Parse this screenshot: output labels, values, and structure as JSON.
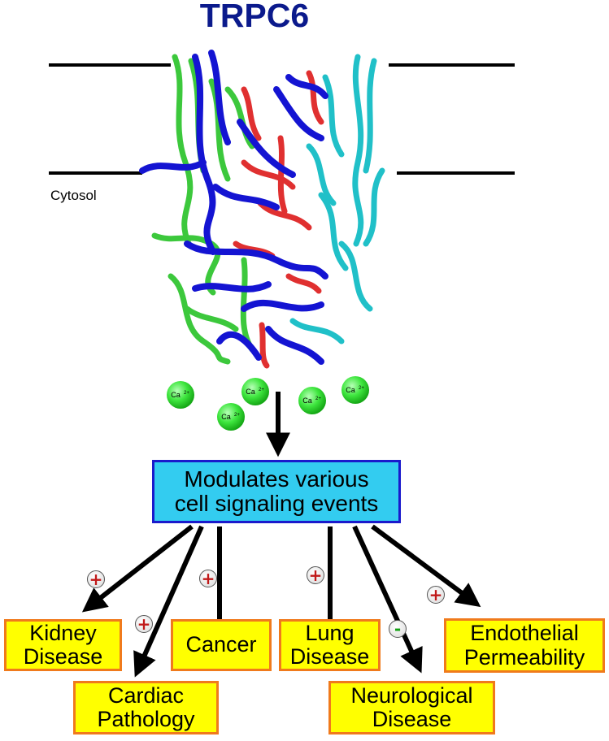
{
  "title": "TRPC6",
  "cytosol_label": "Cytosol",
  "ion_label": "Ca",
  "ion_charge": "2+",
  "center_box": {
    "line1": "Modulates various",
    "line2": "cell signaling events"
  },
  "outcomes": [
    {
      "id": "kidney",
      "line1": "Kidney",
      "line2": "Disease",
      "effect": "+"
    },
    {
      "id": "cardiac",
      "line1": "Cardiac",
      "line2": "Pathology",
      "effect": "+"
    },
    {
      "id": "cancer",
      "line1": "Cancer",
      "line2": "",
      "effect": "+"
    },
    {
      "id": "lung",
      "line1": "Lung",
      "line2": "Disease",
      "effect": "+"
    },
    {
      "id": "neuro",
      "line1": "Neurological",
      "line2": "Disease",
      "effect": "-"
    },
    {
      "id": "endothelial",
      "line1": "Endothelial",
      "line2": "Permeability",
      "effect": "+"
    }
  ],
  "colors": {
    "title": "#0b1a8c",
    "protein_blue": "#1414d2",
    "protein_green": "#3cc83c",
    "protein_red": "#e03030",
    "protein_cyan": "#20c0c8",
    "ion": "#3ee63e",
    "center_box_fill": "#33ccf0",
    "center_box_border": "#1a1acc",
    "outcome_fill": "#ffff00",
    "outcome_border": "#f07a1c",
    "plus_sign": "#c01818",
    "minus_sign": "#12a012"
  }
}
